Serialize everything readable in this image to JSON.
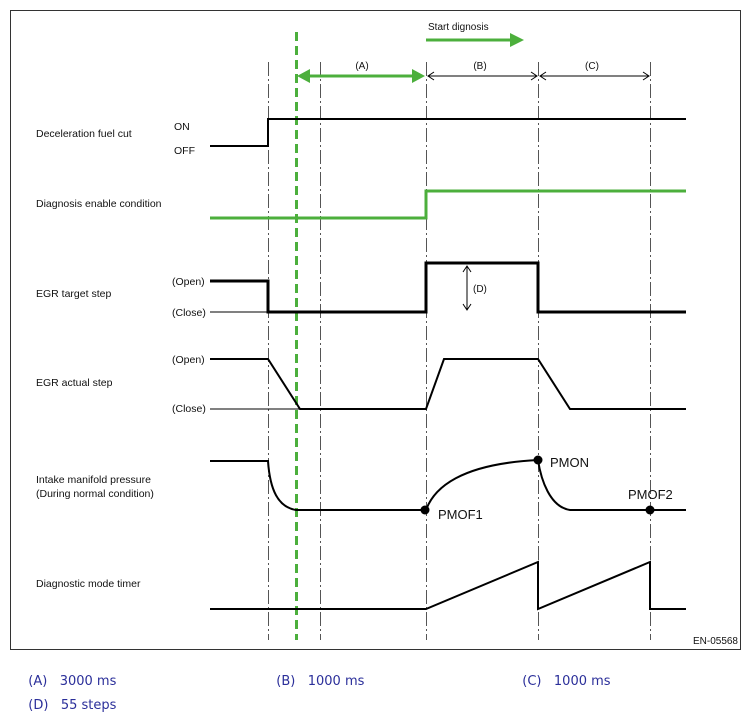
{
  "colors": {
    "green": "#4caf3c",
    "legend_text": "#2b2f9a",
    "line": "#000000"
  },
  "top": {
    "start_diagnosis": "Start dignosis",
    "interval_a": "(A)",
    "interval_b": "(B)",
    "interval_c": "(C)"
  },
  "signals": {
    "decel": {
      "label": "Deceleration fuel cut",
      "on": "ON",
      "off": "OFF"
    },
    "diag_enable": {
      "label": "Diagnosis enable condition"
    },
    "egr_target": {
      "label": "EGR target step",
      "open": "(Open)",
      "close": "(Close)",
      "step_label": "(D)"
    },
    "egr_actual": {
      "label": "EGR actual step",
      "open": "(Open)",
      "close": "(Close)"
    },
    "imp": {
      "label_line1": "Intake manifold pressure",
      "label_line2": "(During normal condition)",
      "pmof1": "PMOF1",
      "pmon": "PMON",
      "pmof2": "PMOF2"
    },
    "timer": {
      "label": "Diagnostic mode timer"
    }
  },
  "figure_id": "EN-05568",
  "legend": [
    {
      "key": "(A)",
      "value": "3000 ms"
    },
    {
      "key": "(B)",
      "value": "1000 ms"
    },
    {
      "key": "(C)",
      "value": "1000 ms"
    },
    {
      "key": "(D)",
      "value": "55 steps"
    }
  ]
}
